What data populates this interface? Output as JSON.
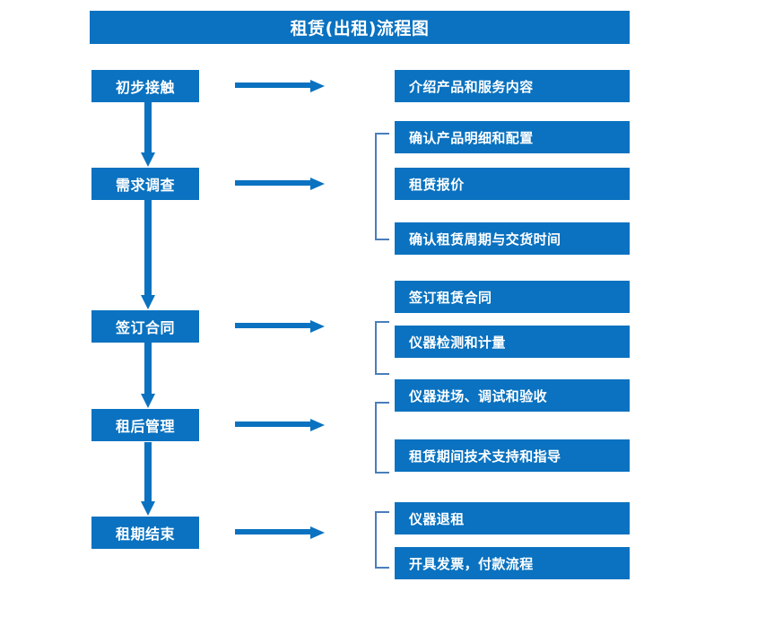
{
  "title": "租赁(出租)流程图",
  "colors": {
    "box_blue": "#0a72c0",
    "arrow_blue": "#0a72c0",
    "bracket_blue": "#4a7ebb",
    "text_white": "#ffffff",
    "background": "#ffffff"
  },
  "stages": [
    {
      "label": "初步接触"
    },
    {
      "label": "需求调查"
    },
    {
      "label": "签订合同"
    },
    {
      "label": "租后管理"
    },
    {
      "label": "租期结束"
    }
  ],
  "details": [
    {
      "label": "介绍产品和服务内容"
    },
    {
      "label": "确认产品明细和配置"
    },
    {
      "label": "租赁报价"
    },
    {
      "label": "确认租赁周期与交货时间"
    },
    {
      "label": "签订租赁合同"
    },
    {
      "label": "仪器检测和计量"
    },
    {
      "label": "仪器进场、调试和验收"
    },
    {
      "label": "租赁期间技术支持和指导"
    },
    {
      "label": "仪器退租"
    },
    {
      "label": "开具发票，付款流程"
    }
  ],
  "groups": [
    {
      "stage": "初步接触",
      "items": [
        "介绍产品和服务内容"
      ],
      "bracketed": false
    },
    {
      "stage": "需求调查",
      "items": [
        "确认产品明细和配置",
        "租赁报价",
        "确认租赁周期与交货时间"
      ],
      "bracketed": true
    },
    {
      "stage": "签订合同",
      "items": [
        "签订租赁合同",
        "仪器检测和计量"
      ],
      "bracketed": true
    },
    {
      "stage": "租后管理",
      "items": [
        "仪器进场、调试和验收",
        "租赁期间技术支持和指导"
      ],
      "bracketed": true
    },
    {
      "stage": "租期结束",
      "items": [
        "仪器退租",
        "开具发票，付款流程"
      ],
      "bracketed": true
    }
  ],
  "connectors": {
    "horizontal_arrow_count": 5,
    "vertical_arrow_count": 4,
    "flow_direction": "top-to-bottom-then-right"
  }
}
